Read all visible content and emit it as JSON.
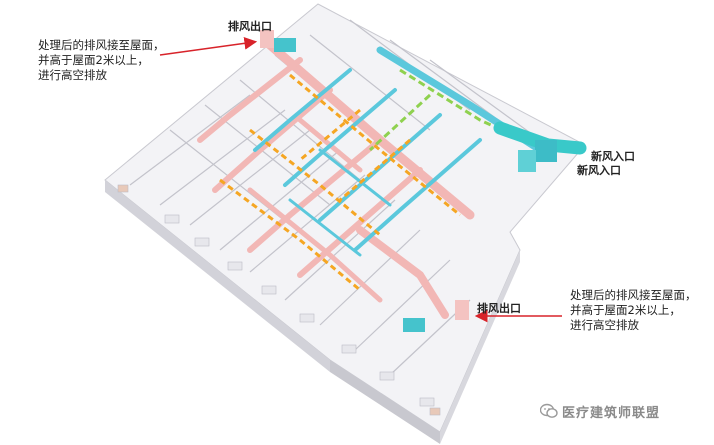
{
  "labels": {
    "exhaust_outlet_top": "排风出口",
    "exhaust_outlet_bottom": "排风出口",
    "fresh_air_inlet_1": "新风入口",
    "fresh_air_inlet_2": "新风入口"
  },
  "notes": {
    "top": [
      "处理后的排风接至屋面，",
      "并高于屋面2米以上，",
      "进行高空排放"
    ],
    "bottom": [
      "处理后的排风接至屋面，",
      "并高于屋面2米以上，",
      "进行高空排放"
    ]
  },
  "watermark": {
    "text": "医疗建筑师联盟",
    "icon": "wechat-icon"
  },
  "colors": {
    "arrow": "#d8232a",
    "exhaust_duct": "#f2b7b5",
    "supply_duct": "#5bc8dc",
    "fresh_air_duct": "#39c9c9",
    "return_line": "#f5a623",
    "green_line": "#8fd14f",
    "wall": "#dcdce2",
    "floor": "#f3f3f6"
  }
}
